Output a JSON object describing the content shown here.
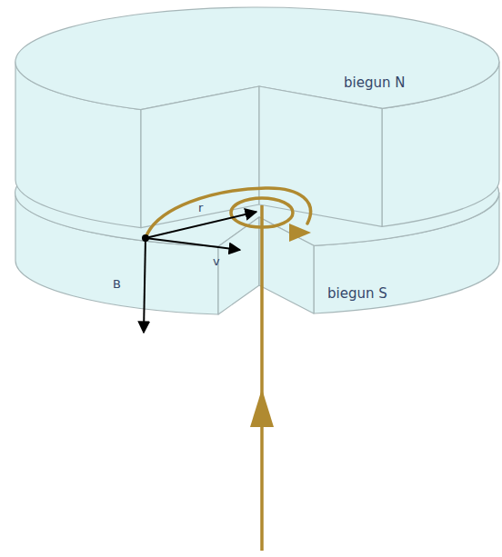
{
  "diagram": {
    "labels": [
      "biegun N",
      "r",
      "v",
      "B",
      "biegun S"
    ]
  }
}
